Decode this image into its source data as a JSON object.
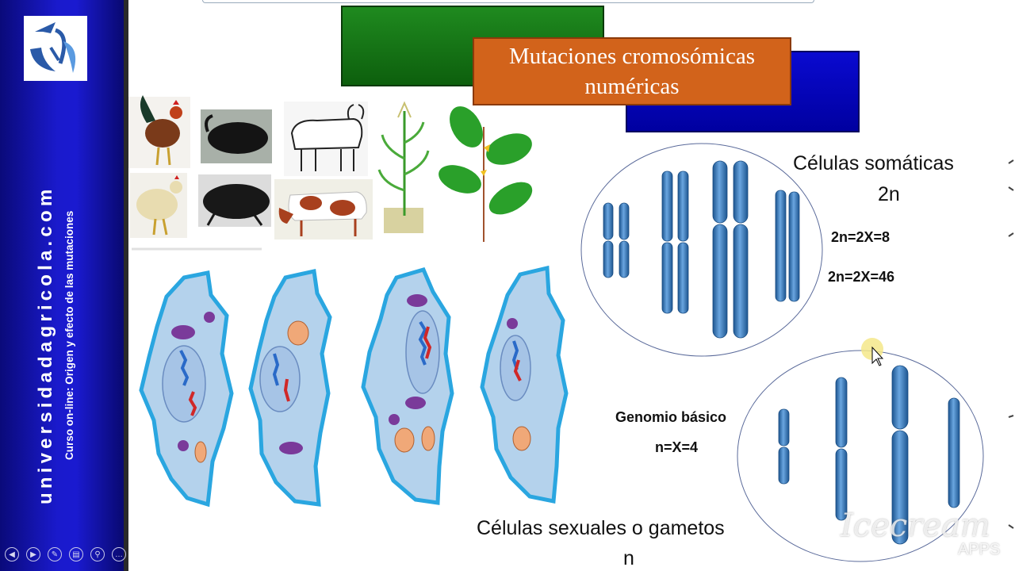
{
  "sidebar": {
    "site_name": "universidadagricola.com",
    "course_title": "Curso on-line: Origen y efecto de las mutaciones",
    "controls": [
      "◀",
      "▶",
      "✎",
      "▤",
      "⚲",
      "…"
    ]
  },
  "slide": {
    "title": "Mutaciones cromosómicas\nnuméricas",
    "somatic_cells_label": "Células somáticas",
    "somatic_ploidy": "2n",
    "formula_1": "2n=2X=8",
    "formula_2": "2n=2X=46",
    "basic_genome_label": "Genomio básico",
    "basic_genome_formula": "n=X=4",
    "gametes_label": "Células sexuales o gametos",
    "gametes_ploidy": "n"
  },
  "watermark": {
    "text": "Icecream",
    "sub": "APPS"
  },
  "colors": {
    "sidebar": "#1a1acc",
    "title_box": "#d2631b",
    "green_box": "#1f8a1f",
    "blue_box": "#0a0ad0",
    "chromosome": "#3d7fc0"
  }
}
